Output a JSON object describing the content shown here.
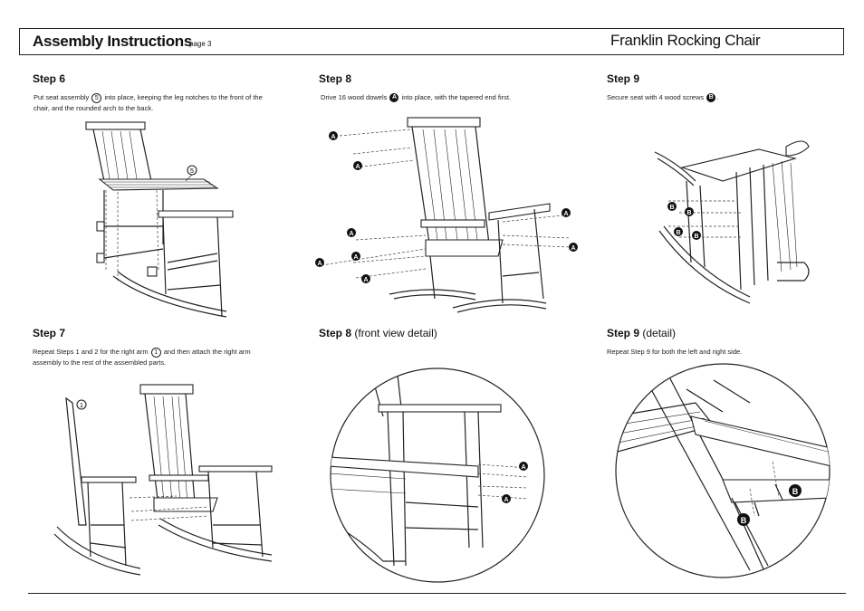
{
  "header": {
    "title": "Assembly Instructions",
    "page": "page 3",
    "product": "Franklin Rocking Chair"
  },
  "steps": {
    "step6": {
      "title": "Step 6",
      "text_before": "Put seat assembly",
      "part": "5",
      "text_after": "into place, keeping the leg notches to the front of the chair, and the rounded arch to the back."
    },
    "step7": {
      "title": "Step 7",
      "text_before": "Repeat Steps 1 and 2 for the right arm",
      "part": "1",
      "text_after": "and then attach the right arm assembly to the rest of the assembled parts."
    },
    "step8": {
      "title": "Step 8",
      "text_before": "Drive 16 wood dowels",
      "part": "A",
      "text_after": "into place, with the tapered end first."
    },
    "step8_detail": {
      "title": "Step 8",
      "subtitle": "(front view detail)"
    },
    "step9": {
      "title": "Step 9",
      "text_before": "Secure seat with 4 wood screws",
      "part": "B",
      "text_after": "."
    },
    "step9_detail": {
      "title": "Step 9",
      "subtitle": "(detail)",
      "text": "Repeat Step 9 for both the left and right side."
    }
  },
  "callouts": {
    "seat_assembly": "5",
    "right_arm": "1",
    "dowel": "A",
    "screw": "B"
  }
}
